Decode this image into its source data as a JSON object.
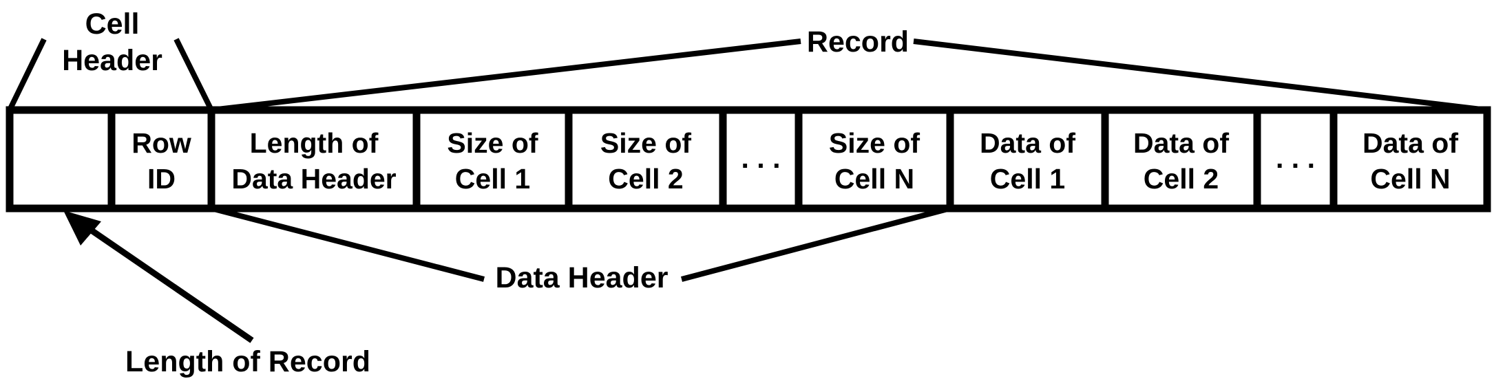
{
  "diagram": {
    "cells": [
      {
        "id": "cell-header-length",
        "lines": []
      },
      {
        "id": "row-id",
        "lines": [
          "Row",
          "ID"
        ]
      },
      {
        "id": "length-of-data-header",
        "lines": [
          "Length of",
          "Data Header"
        ]
      },
      {
        "id": "size-of-cell-1",
        "lines": [
          "Size of",
          "Cell 1"
        ]
      },
      {
        "id": "size-of-cell-2",
        "lines": [
          "Size of",
          "Cell 2"
        ]
      },
      {
        "id": "size-ellipsis",
        "lines": [
          ". . ."
        ]
      },
      {
        "id": "size-of-cell-n",
        "lines": [
          "Size of",
          "Cell N"
        ]
      },
      {
        "id": "data-of-cell-1",
        "lines": [
          "Data of",
          "Cell 1"
        ]
      },
      {
        "id": "data-of-cell-2",
        "lines": [
          "Data of",
          "Cell 2"
        ]
      },
      {
        "id": "data-ellipsis",
        "lines": [
          ". . ."
        ]
      },
      {
        "id": "data-of-cell-n",
        "lines": [
          "Data of",
          "Cell N"
        ]
      }
    ],
    "annotations": {
      "cell_header": [
        "Cell",
        "Header"
      ],
      "record": "Record",
      "data_header": "Data Header",
      "length_of_record": "Length of Record"
    }
  }
}
